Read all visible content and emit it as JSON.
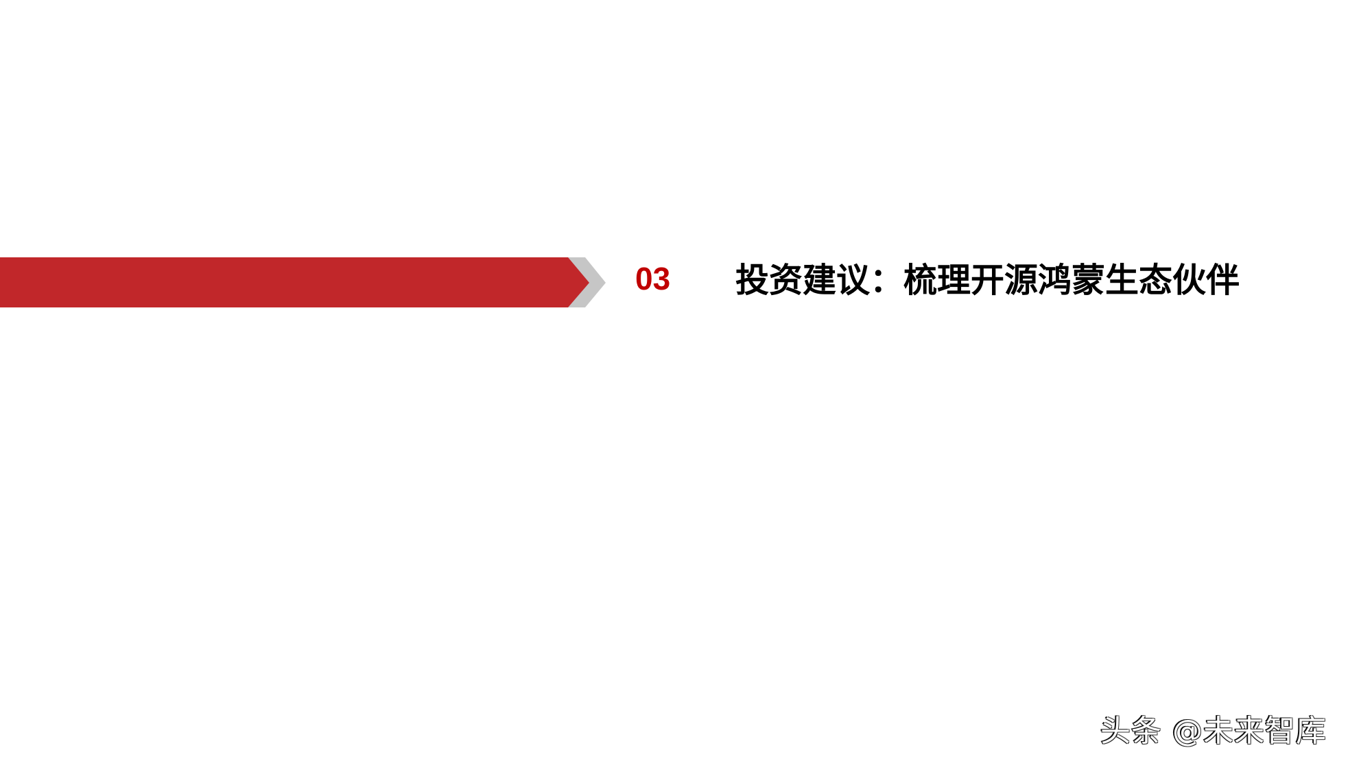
{
  "slide": {
    "section_number": "03",
    "section_title": "投资建议：梳理开源鸿蒙生态伙伴",
    "watermark": "头条 @未来智库"
  },
  "colors": {
    "banner_red": "#c1272a",
    "chevron_grey": "#c6c6c6",
    "number_red": "#c00000",
    "title_black": "#000000",
    "background": "#ffffff"
  }
}
